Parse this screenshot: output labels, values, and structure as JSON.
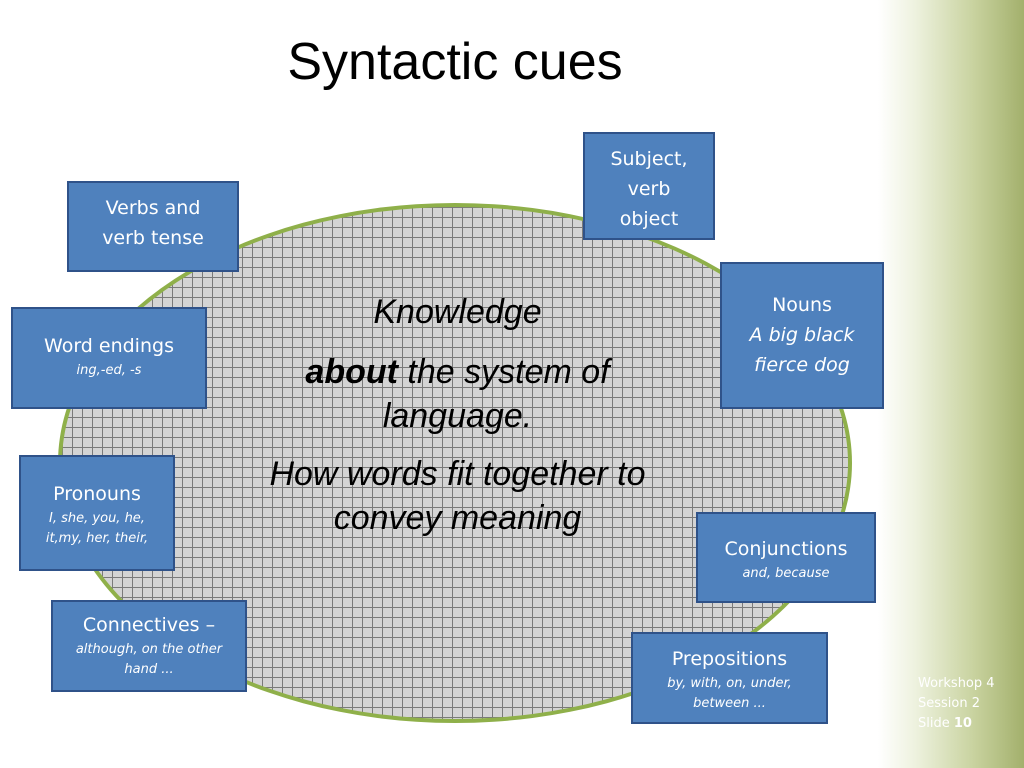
{
  "slide": {
    "title": "Syntactic cues",
    "center": {
      "line1": "Knowledge",
      "line2_bold": "about",
      "line2_rest": " the system of language.",
      "line3": "How words fit together to convey meaning"
    },
    "boxes": {
      "verbs": {
        "label": "Verbs and verb tense"
      },
      "subject": {
        "label": "Subject, verb object"
      },
      "word_endings": {
        "label": "Word endings",
        "sub": "ing,-ed, -s"
      },
      "nouns": {
        "label": "Nouns",
        "sub": "A big black fierce dog"
      },
      "pronouns": {
        "label": "Pronouns",
        "sub": "I, she, you, he, it,my, her, their,"
      },
      "conjunctions": {
        "label": "Conjunctions",
        "sub": "and, because"
      },
      "connectives": {
        "label": "Connectives –",
        "sub": "although, on the other hand ..."
      },
      "prepositions": {
        "label": "Prepositions",
        "sub": "by, with, on, under, between ..."
      }
    },
    "footer": {
      "workshop": "Workshop 4",
      "session": "Session 2",
      "slide_label": "Slide",
      "slide_number": "10"
    },
    "colors": {
      "box_fill": "#4f81bd",
      "box_border": "#2f5289",
      "oval_border": "#8fb04a",
      "band_accent": "#a3b06c"
    }
  }
}
